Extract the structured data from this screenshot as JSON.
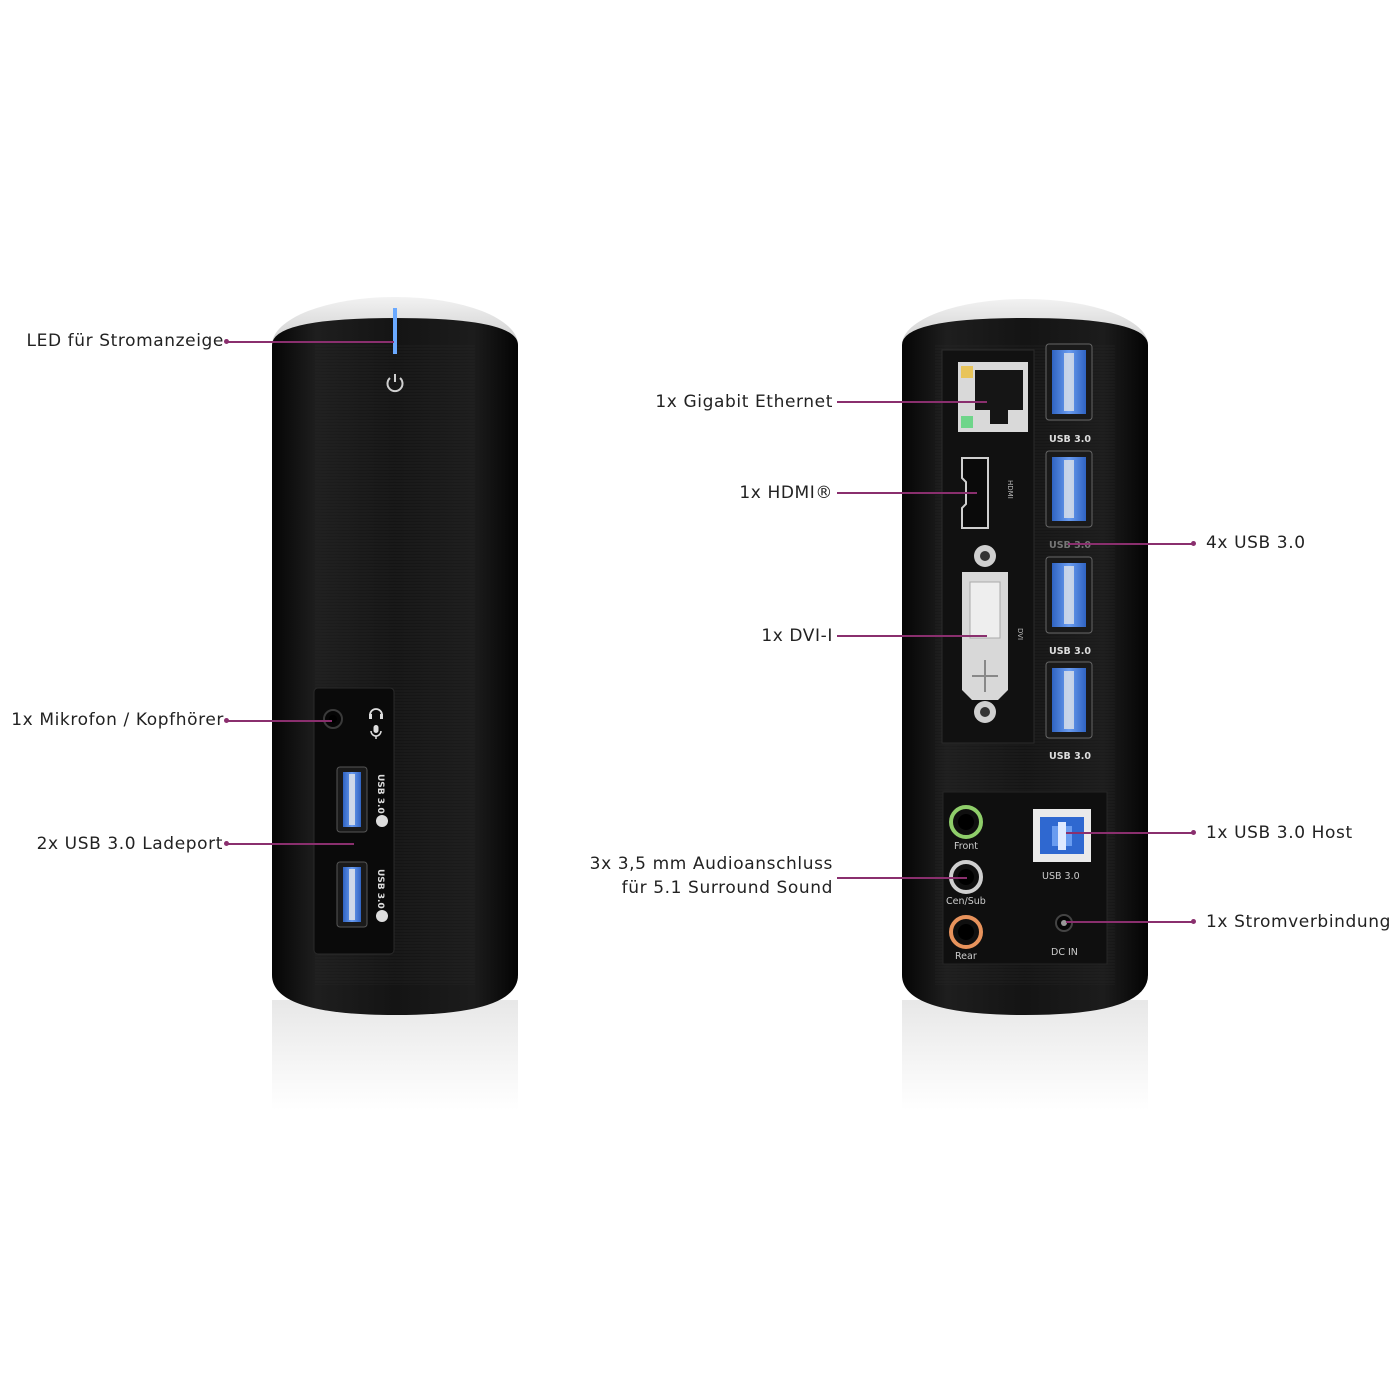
{
  "colors": {
    "leader": "#8a2f6e",
    "body": "#111111",
    "usb_blue": "#3b7be0",
    "led_blue": "#6aa9ff",
    "audio_green": "#8fce6a",
    "audio_orange": "#e8935c"
  },
  "left_device": {
    "labels": {
      "led": "LED für Stromanzeige",
      "mic": "1x Mikrofon / Kopfhörer",
      "usb": "2x USB 3.0 Ladeport"
    },
    "port_text": {
      "usb_a": "USB 3.0",
      "usb_b": "USB 3.0"
    },
    "icons": [
      "power-icon",
      "headset-icon",
      "microphone-icon",
      "charge-bolt-icon"
    ]
  },
  "right_device": {
    "labels": {
      "ethernet": "1x Gigabit Ethernet",
      "hdmi": "1x HDMI®",
      "dvi": "1x DVI-I",
      "usb4": "4x USB 3.0",
      "audio_line1": "3x 3,5 mm Audioanschluss",
      "audio_line2": "für 5.1 Surround Sound",
      "usb_host": "1x USB 3.0 Host",
      "power": "1x Stromverbindung"
    },
    "port_text": {
      "usb1": "USB 3.0",
      "usb2": "USB 3.0",
      "usb3": "USB 3.0",
      "usb4": "USB 3.0",
      "hdmi": "HDMI",
      "dvi": "DVI",
      "front": "Front",
      "censub": "Cen/Sub",
      "rear": "Rear",
      "usb_host": "USB 3.0",
      "dcin": "DC IN"
    }
  }
}
